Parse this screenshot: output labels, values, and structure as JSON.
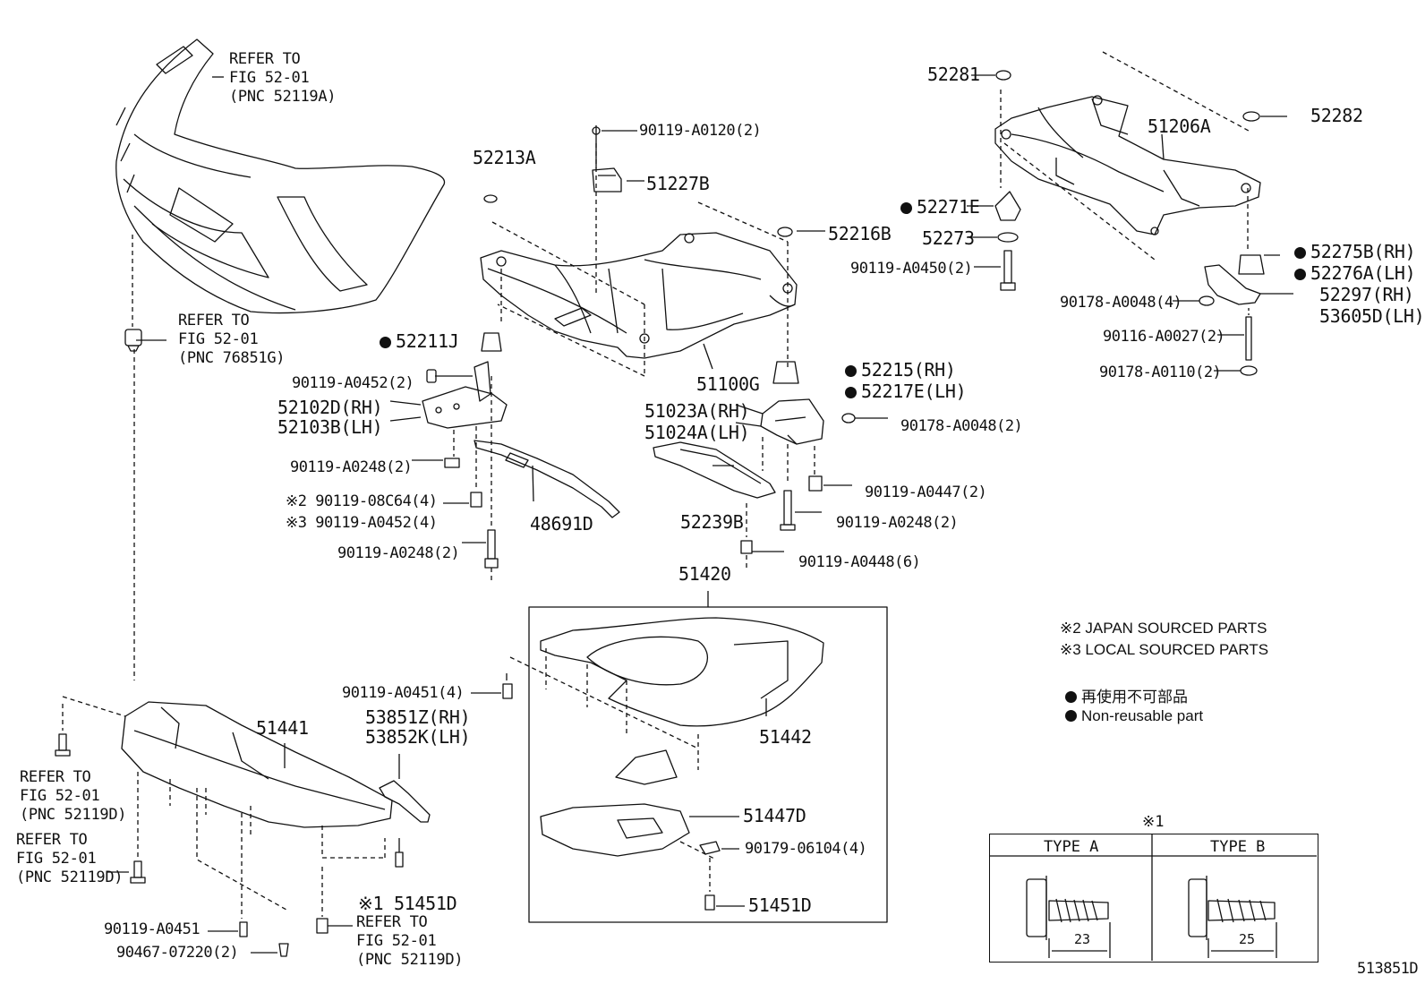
{
  "diagram": {
    "ref_front_bumper": [
      "REFER TO",
      "FIG 52-01",
      "(PNC 52119A)"
    ],
    "ref_clip": [
      "REFER TO",
      "FIG 52-01",
      "(PNC 76851G)"
    ],
    "ref_cover_left_upper": [
      "REFER TO",
      "FIG 52-01",
      "(PNC 52119D)"
    ],
    "ref_cover_left_lower": [
      "REFER TO",
      "FIG 52-01",
      "(PNC 52119D)"
    ],
    "ref_cover_bottom": [
      "REFER TO",
      "FIG 52-01",
      "(PNC 52119D)"
    ],
    "labels": {
      "p52213A": "52213A",
      "p90119_A0120": "90119-A0120(2)",
      "p51227B": "51227B",
      "p52216B": "52216B",
      "p52211J": "52211J",
      "p90119_A0452_2": "90119-A0452(2)",
      "p52102D": "52102D(RH)",
      "p52103B": "52103B(LH)",
      "p90119_A0248_a": "90119-A0248(2)",
      "p90119_08C64": "※2 90119-08C64(4)",
      "p90119_A0452_4": "※3 90119-A0452(4)",
      "p48691D": "48691D",
      "p90119_A0248_b": "90119-A0248(2)",
      "p51100G": "51100G",
      "p51023A": "51023A(RH)",
      "p51024A": "51024A(LH)",
      "p52215": "52215(RH)",
      "p52217E": "52217E(LH)",
      "p90178_A0048_2": "90178-A0048(2)",
      "p52239B": "52239B",
      "p90119_A0447": "90119-A0447(2)",
      "p90119_A0248_c": "90119-A0248(2)",
      "p90119_A0448": "90119-A0448(6)",
      "p52281": "52281",
      "p51206A": "51206A",
      "p52282": "52282",
      "p52271E": "52271E",
      "p52273": "52273",
      "p90119_A0450": "90119-A0450(2)",
      "p52275B": "52275B(RH)",
      "p52276A": "52276A(LH)",
      "p90178_A0048_4": "90178-A0048(4)",
      "p52297": "52297(RH)",
      "p53605D": "53605D(LH)",
      "p90116_A0027": "90116-A0027(2)",
      "p90178_A0110": "90178-A0110(2)",
      "p51420": "51420",
      "p90119_A0451_4": "90119-A0451(4)",
      "p53851Z": "53851Z(RH)",
      "p53852K": "53852K(LH)",
      "p51441": "51441",
      "p51442": "51442",
      "p51447D": "51447D",
      "p90179_06104": "90179-06104(4)",
      "p51451D_a": "※1 51451D",
      "p51451D_b": "51451D",
      "p90119_A0451": "90119-A0451",
      "p90467_07220": "90467-07220(2)"
    },
    "notes": {
      "japan_sourced": "※2 JAPAN SOURCED PARTS",
      "local_sourced": "※3 LOCAL SOURCED PARTS",
      "non_reusable_jp": "再使用不可部品",
      "non_reusable_en": "Non-reusable part"
    },
    "screw_types": {
      "marker": "※1",
      "type_a": {
        "label": "TYPE A",
        "length": "23"
      },
      "type_b": {
        "label": "TYPE B",
        "length": "25"
      }
    },
    "figure_number": "513851D"
  }
}
